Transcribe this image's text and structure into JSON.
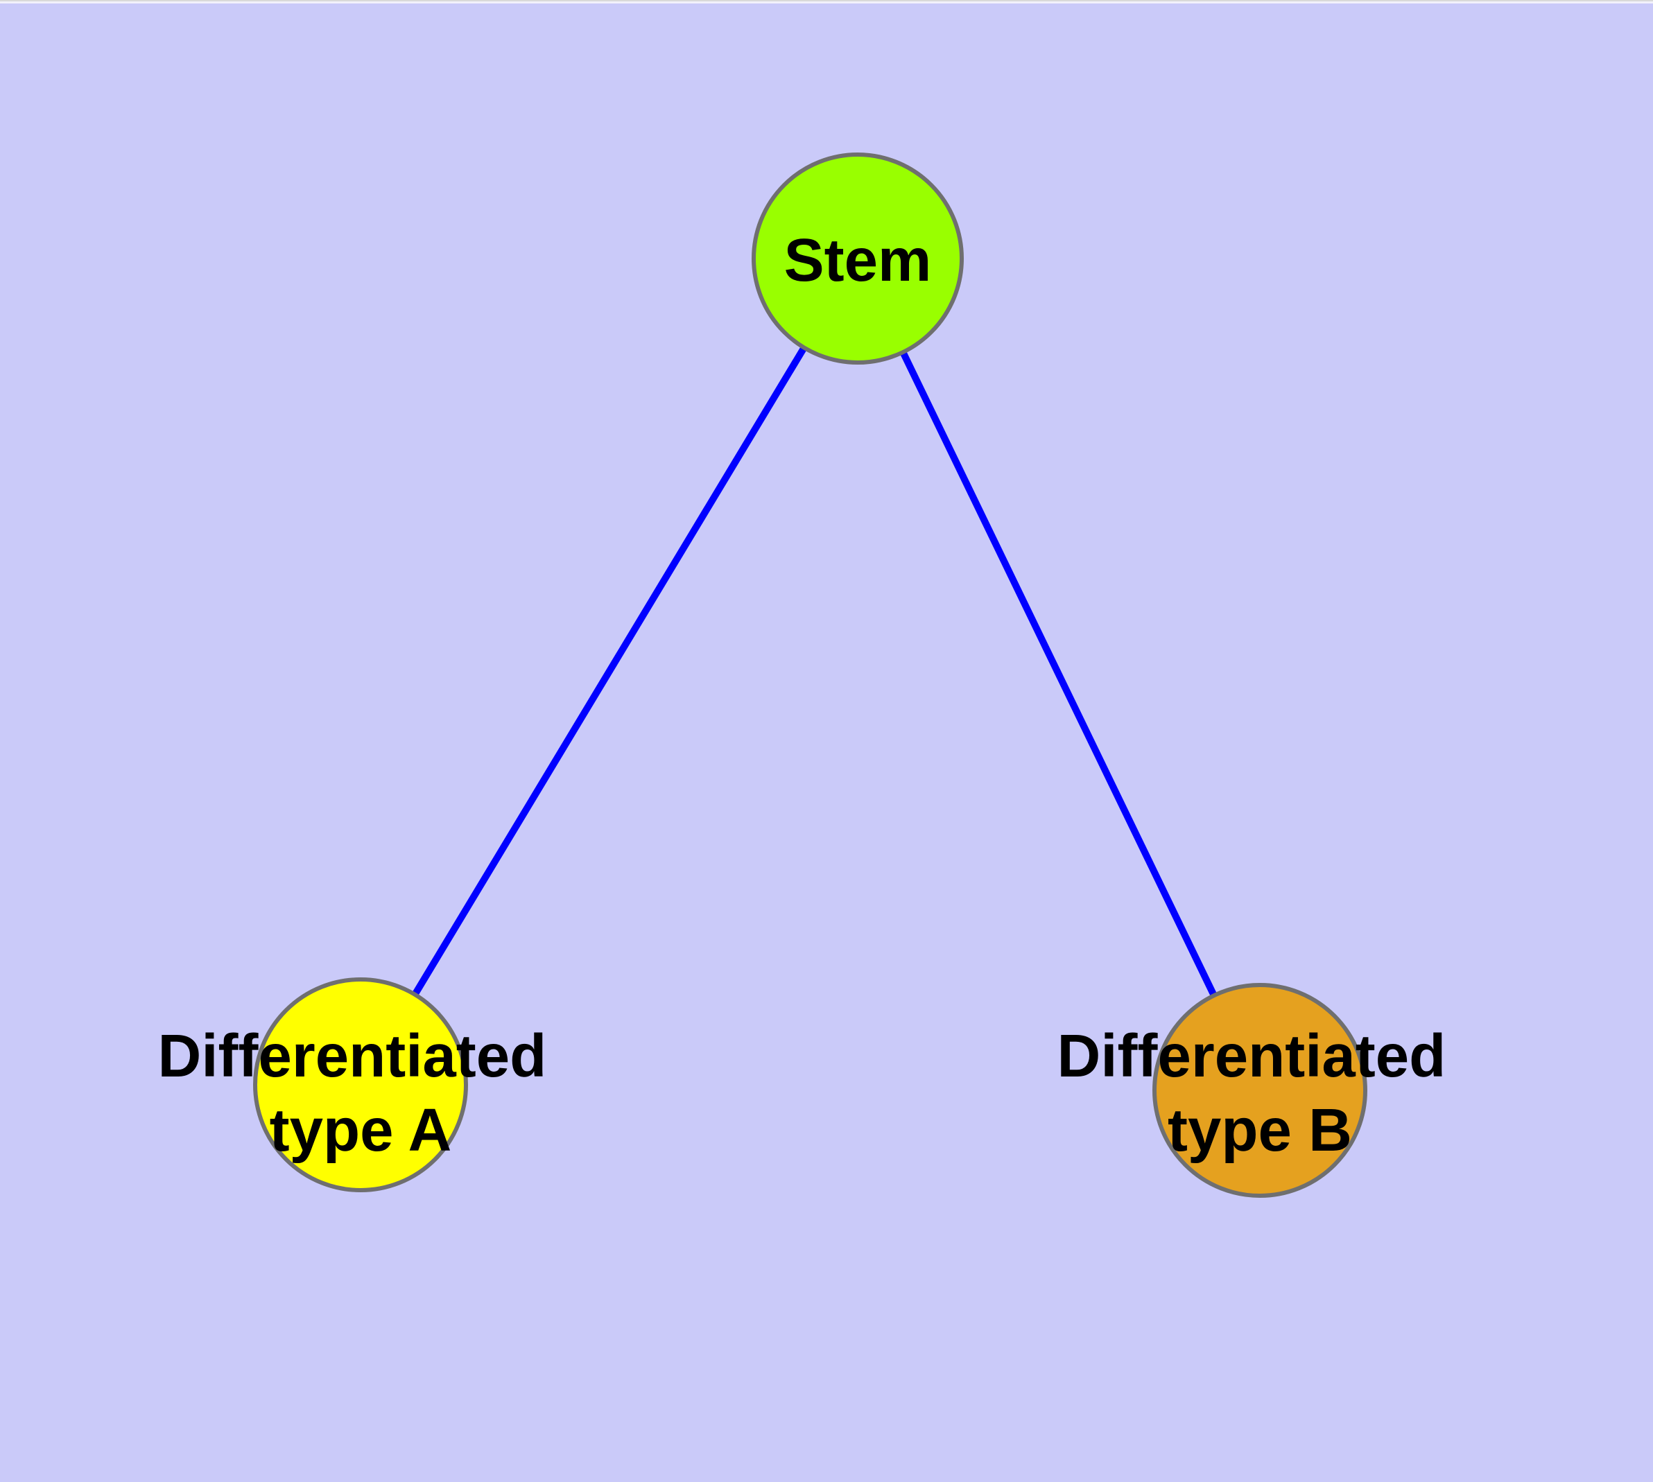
{
  "canvas": {
    "background_color": "#cacaf9",
    "top_edge_line_color": "#d9d9d9",
    "top_edge_strip_color": "#f2f1fb"
  },
  "graph": {
    "edge_color": "#0000ff",
    "node_border_color": "#6f6f6f",
    "label_color": "#000000",
    "nodes": [
      {
        "id": "stem",
        "label": "Stem",
        "fill": "#99ff00"
      },
      {
        "id": "differentiated-type-a",
        "label_line1": "Differentiated",
        "label_line2": "type A",
        "fill": "#ffff00"
      },
      {
        "id": "differentiated-type-b",
        "label_line1": "Differentiated",
        "label_line2": "type B",
        "fill": "#e5a11f"
      }
    ],
    "edges": [
      {
        "from": "Stem",
        "to": "Differentiated type A"
      },
      {
        "from": "Stem",
        "to": "Differentiated type B"
      }
    ]
  }
}
